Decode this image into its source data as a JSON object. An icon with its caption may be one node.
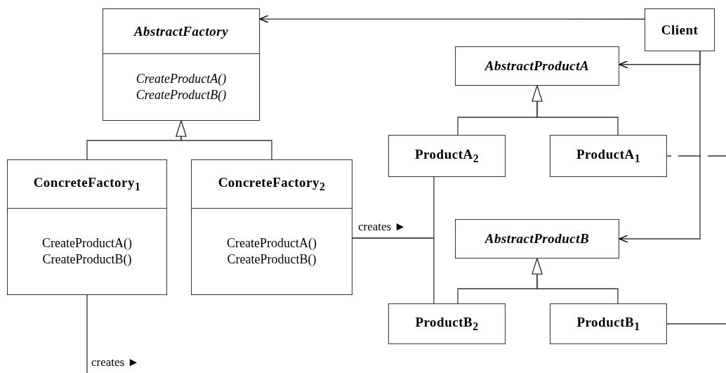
{
  "diagram": {
    "nodes": [
      {
        "text": [
          "AbstractFactory",
          "CreateProductA() CreateProductB()"
        ]
      },
      {
        "text": [
          "Client"
        ]
      },
      {
        "text": [
          "AbstractProductA"
        ]
      },
      {
        "text": [
          "ProductA$_{2}$"
        ]
      },
      {
        "text": [
          "ProductA$_{1}$"
        ]
      },
      {
        "text": [
          "ConcreteFactory$_{1}$",
          "CreateProductA() CreateProductB()"
        ]
      },
      {
        "text": [
          "ConcreteFactory$_{2}$",
          "CreateProductA() CreateProductB()"
        ]
      },
      {
        "text": [
          "AbstractProductB"
        ]
      },
      {
        "text": [
          "ProductB$_{2}$"
        ]
      },
      {
        "text": [
          "ProductB$_{1}$"
        ]
      }
    ],
    "edges": [
      {
        "from": 1,
        "to": 0,
        "arrow": "to"
      },
      {
        "from": 1,
        "to": 2,
        "arrow": "to"
      },
      {
        "from": 1,
        "to": 7,
        "arrow": "to"
      },
      {
        "from": 5,
        "to": 0,
        "arrow": "to"
      },
      {
        "from": 6,
        "to": 0,
        "arrow": "to"
      },
      {
        "from": 3,
        "to": 2,
        "arrow": "to"
      },
      {
        "from": 4,
        "to": 2,
        "arrow": "to"
      },
      {
        "from": 8,
        "to": 7,
        "arrow": "to"
      },
      {
        "from": 9,
        "to": 7,
        "arrow": "to"
      },
      {
        "from": 6,
        "to": 3,
        "arrow": "none",
        "label": "creates ►"
      },
      {
        "from": 6,
        "to": 8,
        "arrow": "none"
      },
      {
        "from": 4,
        "to": null,
        "arrow": "none",
        "style": "dashed"
      },
      {
        "from": 9,
        "to": null,
        "arrow": "none"
      },
      {
        "from": 5,
        "to": null,
        "arrow": "none",
        "label": "creates ►"
      }
    ]
  }
}
